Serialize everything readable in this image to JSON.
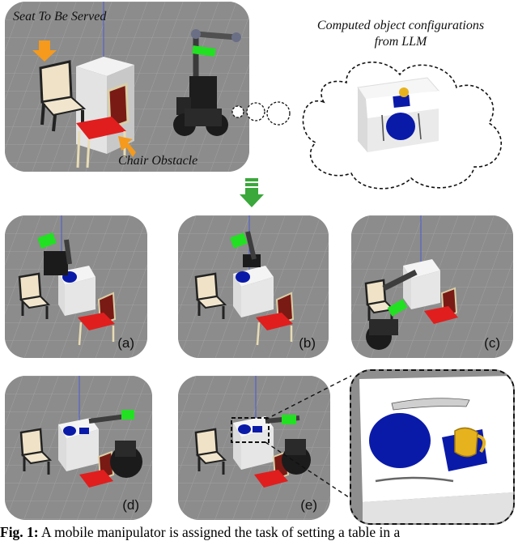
{
  "top_panel": {
    "label_seat": "Seat To Be Served",
    "label_obstacle": "Chair Obstacle"
  },
  "cloud": {
    "line1": "Computed object configurations",
    "line2": "from LLM"
  },
  "subfigure_labels": [
    "(a)",
    "(b)",
    "(c)",
    "(d)",
    "(e)"
  ],
  "caption": {
    "prefix": "Fig. 1:",
    "text": " A mobile manipulator is assigned the task of setting a table in a"
  },
  "colors": {
    "arrow_orange": "#f59a1c",
    "arrow_green": "#3aa83a",
    "chair_red": "#d81e1e",
    "plate_blue": "#0a1aa8",
    "floor_gray": "#8e8e8e"
  }
}
